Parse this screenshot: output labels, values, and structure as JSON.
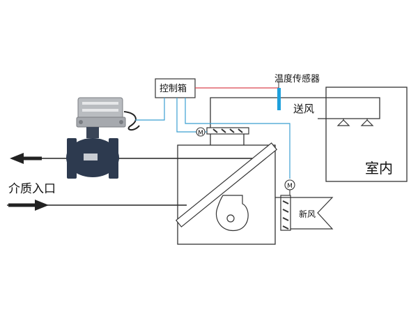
{
  "labels": {
    "control_box": "控制箱",
    "temp_sensor": "温度传感器",
    "supply_air": "送风",
    "indoor": "室内",
    "medium_inlet": "介质入口",
    "fresh_air": "新风"
  },
  "motor_symbol": "M",
  "colors": {
    "line": "#2b2b2b",
    "signal_red": "#d9434f",
    "signal_blue": "#3b9fd1",
    "sensor": "#1ea0dc",
    "valve_body": "#2d3a4f",
    "actuator": "#b9bcc0"
  },
  "icons": {
    "valve": "electric-ball-valve-icon",
    "fan": "centrifugal-fan-icon",
    "motor": "damper-motor-icon",
    "flow_out": "arrow-left-icon",
    "flow_in": "arrow-right-icon"
  }
}
